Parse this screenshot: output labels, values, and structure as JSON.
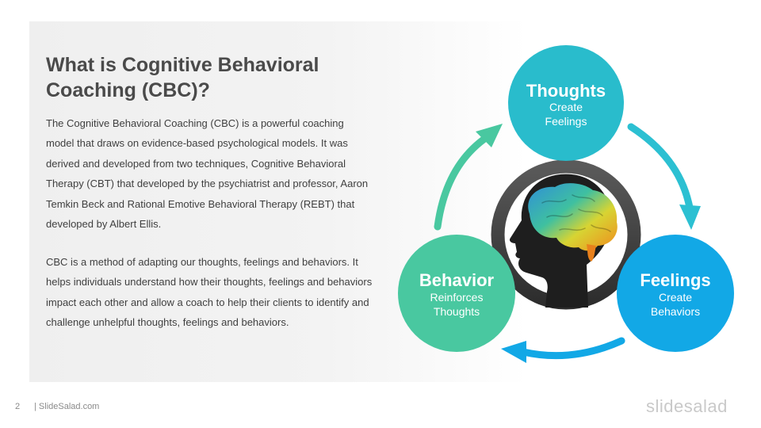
{
  "slide": {
    "title": "What is Cognitive Behavioral Coaching (CBC)?",
    "paragraph_1": "The Cognitive Behavioral Coaching (CBC) is a powerful coaching model that draws on evidence-based psychological models. It was derived and developed from two techniques, Cognitive Behavioral Therapy (CBT) that developed by the psychiatrist and professor, Aaron Temkin Beck and Rational Emotive Behavioral Therapy (REBT) that developed by Albert Ellis.",
    "paragraph_2": "CBC is a method of adapting our thoughts, feelings and behaviors.  It helps individuals understand how their thoughts, feelings and behaviors impact each other and allow a coach to help their clients to identify and challenge unhelpful thoughts, feelings and behaviors."
  },
  "cycle": {
    "thoughts": {
      "title": "Thoughts",
      "line1": "Create",
      "line2": "Feelings",
      "color": "#29bccc"
    },
    "feelings": {
      "title": "Feelings",
      "line1": "Create",
      "line2": "Behaviors",
      "color": "#12a8e6"
    },
    "behavior": {
      "title": "Behavior",
      "line1": "Reinforces",
      "line2": "Thoughts",
      "color": "#49c8a0"
    }
  },
  "footer": {
    "page_number": "2",
    "site": "| SlideSalad.com",
    "logo": "slidesalad"
  }
}
